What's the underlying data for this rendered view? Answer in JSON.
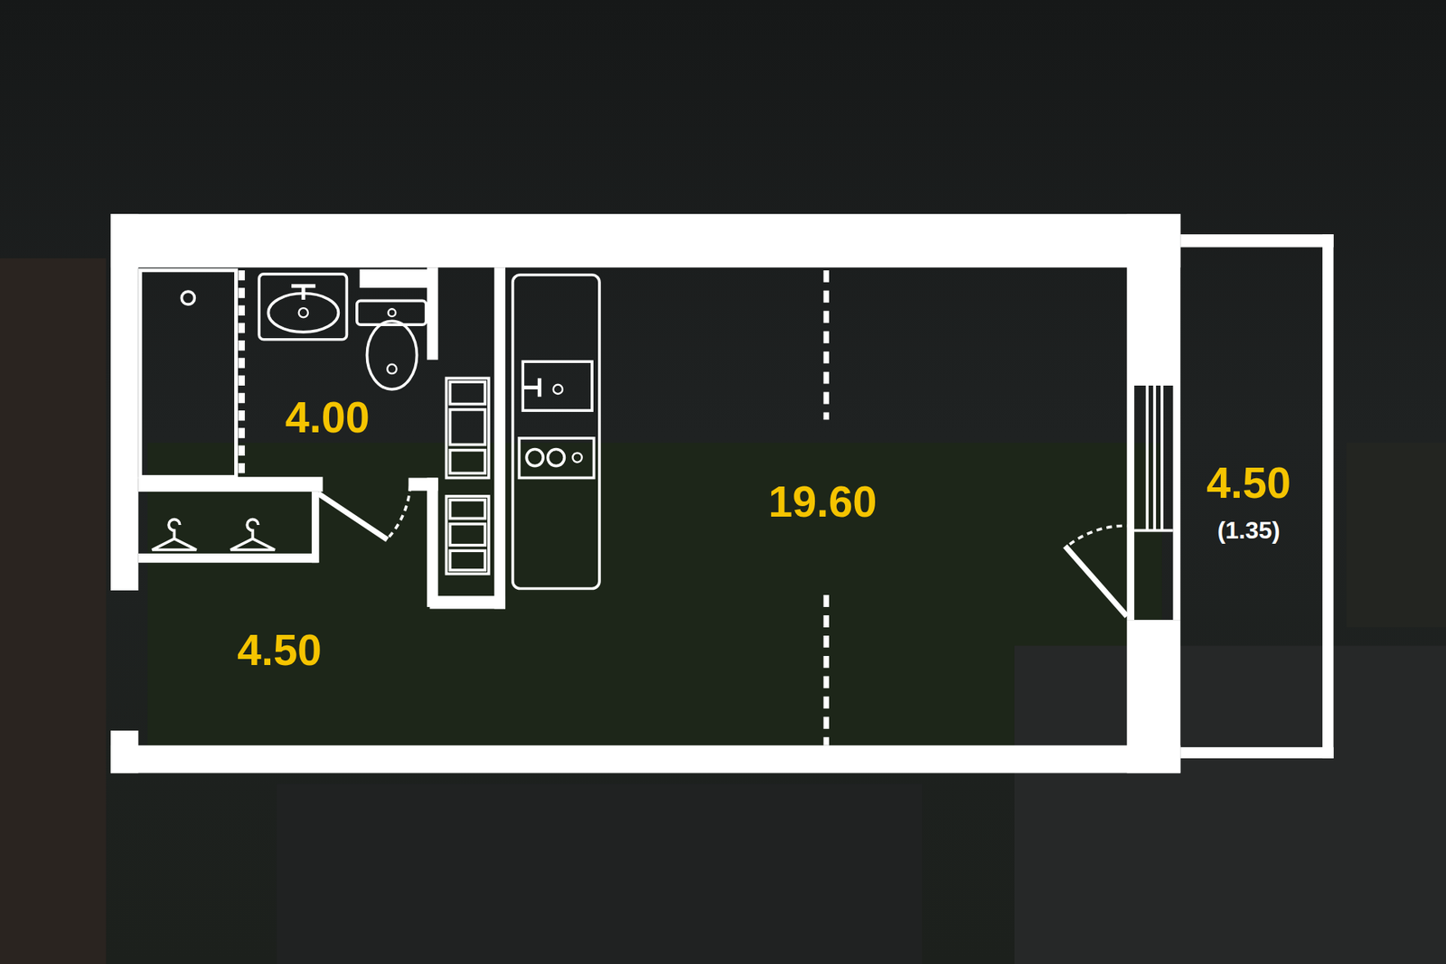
{
  "diagram": {
    "labels": [
      "4.00",
      "19.60",
      "4.50",
      "4.50",
      "(1.35)"
    ]
  }
}
